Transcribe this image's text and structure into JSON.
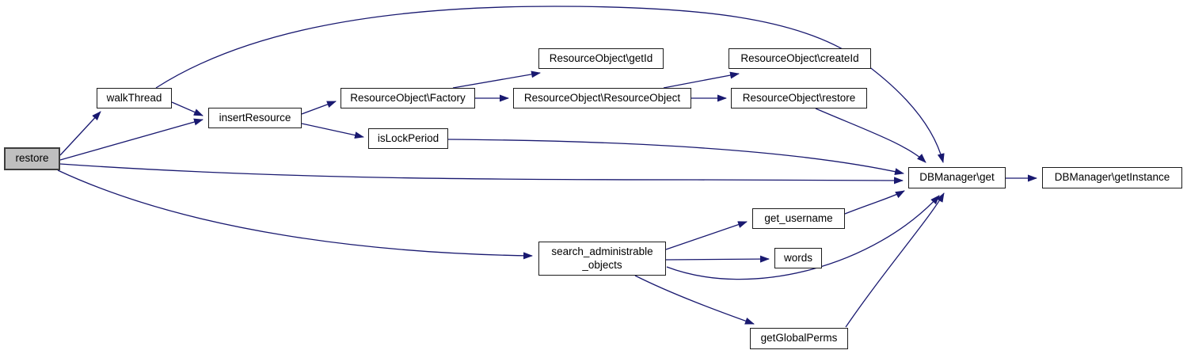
{
  "diagram": {
    "type": "call-graph",
    "colors": {
      "background": "#ffffff",
      "edge": "#191970",
      "node_fill": "#ffffff",
      "node_border": "#1c1c1c",
      "highlight_node_fill": "#bfbfbf"
    },
    "nodes": [
      {
        "id": "restore",
        "label": "restore",
        "highlighted": true
      },
      {
        "id": "walkThread",
        "label": "walkThread",
        "highlighted": false
      },
      {
        "id": "insertResource",
        "label": "insertResource",
        "highlighted": false
      },
      {
        "id": "ResourceObject-Factory",
        "label": "ResourceObject\\Factory",
        "highlighted": false
      },
      {
        "id": "ResourceObject-getId",
        "label": "ResourceObject\\getId",
        "highlighted": false
      },
      {
        "id": "ResourceObject-ResourceObject",
        "label": "ResourceObject\\ResourceObject",
        "highlighted": false
      },
      {
        "id": "ResourceObject-createId",
        "label": "ResourceObject\\createId",
        "highlighted": false
      },
      {
        "id": "ResourceObject-restore",
        "label": "ResourceObject\\restore",
        "highlighted": false
      },
      {
        "id": "isLockPeriod",
        "label": "isLockPeriod",
        "highlighted": false
      },
      {
        "id": "DBManager-get",
        "label": "DBManager\\get",
        "highlighted": false
      },
      {
        "id": "DBManager-getInstance",
        "label": "DBManager\\getInstance",
        "highlighted": false
      },
      {
        "id": "get_username",
        "label": "get_username",
        "highlighted": false
      },
      {
        "id": "words",
        "label": "words",
        "highlighted": false
      },
      {
        "id": "search_administrable_objects",
        "label": "search_administrable\n_objects",
        "highlighted": false
      },
      {
        "id": "getGlobalPerms",
        "label": "getGlobalPerms",
        "highlighted": false
      }
    ],
    "edges": [
      {
        "from": "restore",
        "to": "walkThread"
      },
      {
        "from": "restore",
        "to": "insertResource"
      },
      {
        "from": "restore",
        "to": "DBManager\\get"
      },
      {
        "from": "restore",
        "to": "search_administrable_objects"
      },
      {
        "from": "walkThread",
        "to": "insertResource"
      },
      {
        "from": "walkThread",
        "to": "DBManager\\get"
      },
      {
        "from": "insertResource",
        "to": "ResourceObject\\Factory"
      },
      {
        "from": "insertResource",
        "to": "isLockPeriod"
      },
      {
        "from": "ResourceObject\\Factory",
        "to": "ResourceObject\\getId"
      },
      {
        "from": "ResourceObject\\Factory",
        "to": "ResourceObject\\ResourceObject"
      },
      {
        "from": "ResourceObject\\ResourceObject",
        "to": "ResourceObject\\createId"
      },
      {
        "from": "ResourceObject\\ResourceObject",
        "to": "ResourceObject\\restore"
      },
      {
        "from": "ResourceObject\\restore",
        "to": "DBManager\\get"
      },
      {
        "from": "isLockPeriod",
        "to": "DBManager\\get"
      },
      {
        "from": "DBManager\\get",
        "to": "DBManager\\getInstance"
      },
      {
        "from": "search_administrable_objects",
        "to": "get_username"
      },
      {
        "from": "search_administrable_objects",
        "to": "words"
      },
      {
        "from": "search_administrable_objects",
        "to": "DBManager\\get"
      },
      {
        "from": "search_administrable_objects",
        "to": "getGlobalPerms"
      },
      {
        "from": "get_username",
        "to": "DBManager\\get"
      },
      {
        "from": "getGlobalPerms",
        "to": "DBManager\\get"
      }
    ]
  }
}
